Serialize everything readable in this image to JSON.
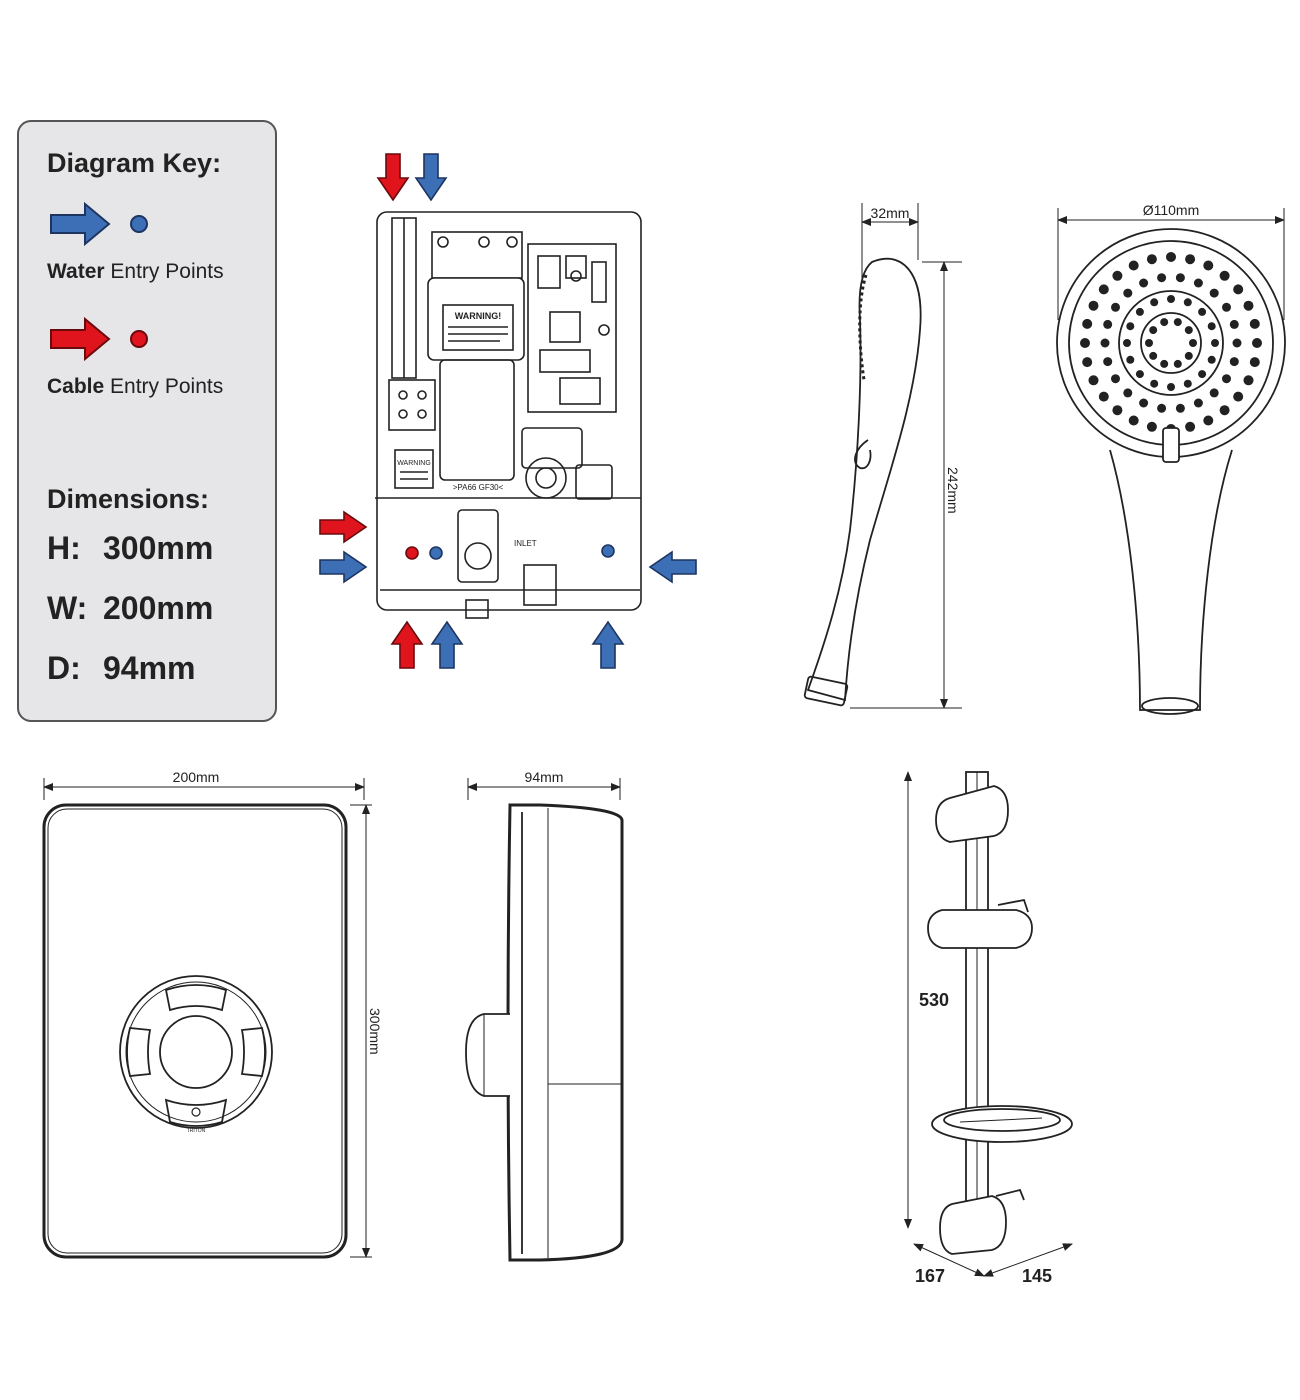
{
  "key": {
    "title": "Diagram Key:",
    "water_bold": "Water",
    "water_rest": " Entry Points",
    "cable_bold": "Cable",
    "cable_rest": " Entry Points",
    "dimensions_title": "Dimensions:",
    "rows": [
      {
        "label": "H:",
        "value": "300mm"
      },
      {
        "label": "W:",
        "value": "200mm"
      },
      {
        "label": "D:",
        "value": "94mm"
      }
    ]
  },
  "colors": {
    "water": "#3d6fb6",
    "cable": "#e0141c",
    "panel": "#e6e6e8"
  },
  "internal_labels": {
    "warning": "WARNING!",
    "warning2": "WARNING",
    "inlet": "INLET",
    "pass": ">PA66 GF30<"
  },
  "handset": {
    "depth": "32mm",
    "diameter": "Ø110mm",
    "length": "242mm"
  },
  "unit": {
    "width": "200mm",
    "height": "300mm",
    "depth": "94mm",
    "brand": "TRITON"
  },
  "rail": {
    "height": "530",
    "depth": "167",
    "width": "145"
  }
}
